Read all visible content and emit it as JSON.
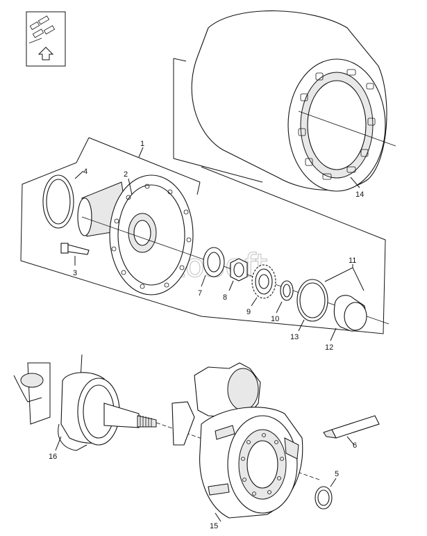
{
  "watermark": "AutoSoft",
  "callouts": {
    "p1": "1",
    "p2": "2",
    "p3": "3",
    "p4": "4",
    "p5": "5",
    "p6": "6",
    "p7": "7",
    "p8": "8",
    "p9": "9",
    "p10": "10",
    "p11": "11",
    "p12": "12",
    "p13": "13",
    "p14": "14",
    "p15": "15",
    "p16": "16"
  },
  "icons": {
    "corner_symbol": "exploded-assembly-symbol-icon",
    "arrow": "up-arrow-icon"
  }
}
